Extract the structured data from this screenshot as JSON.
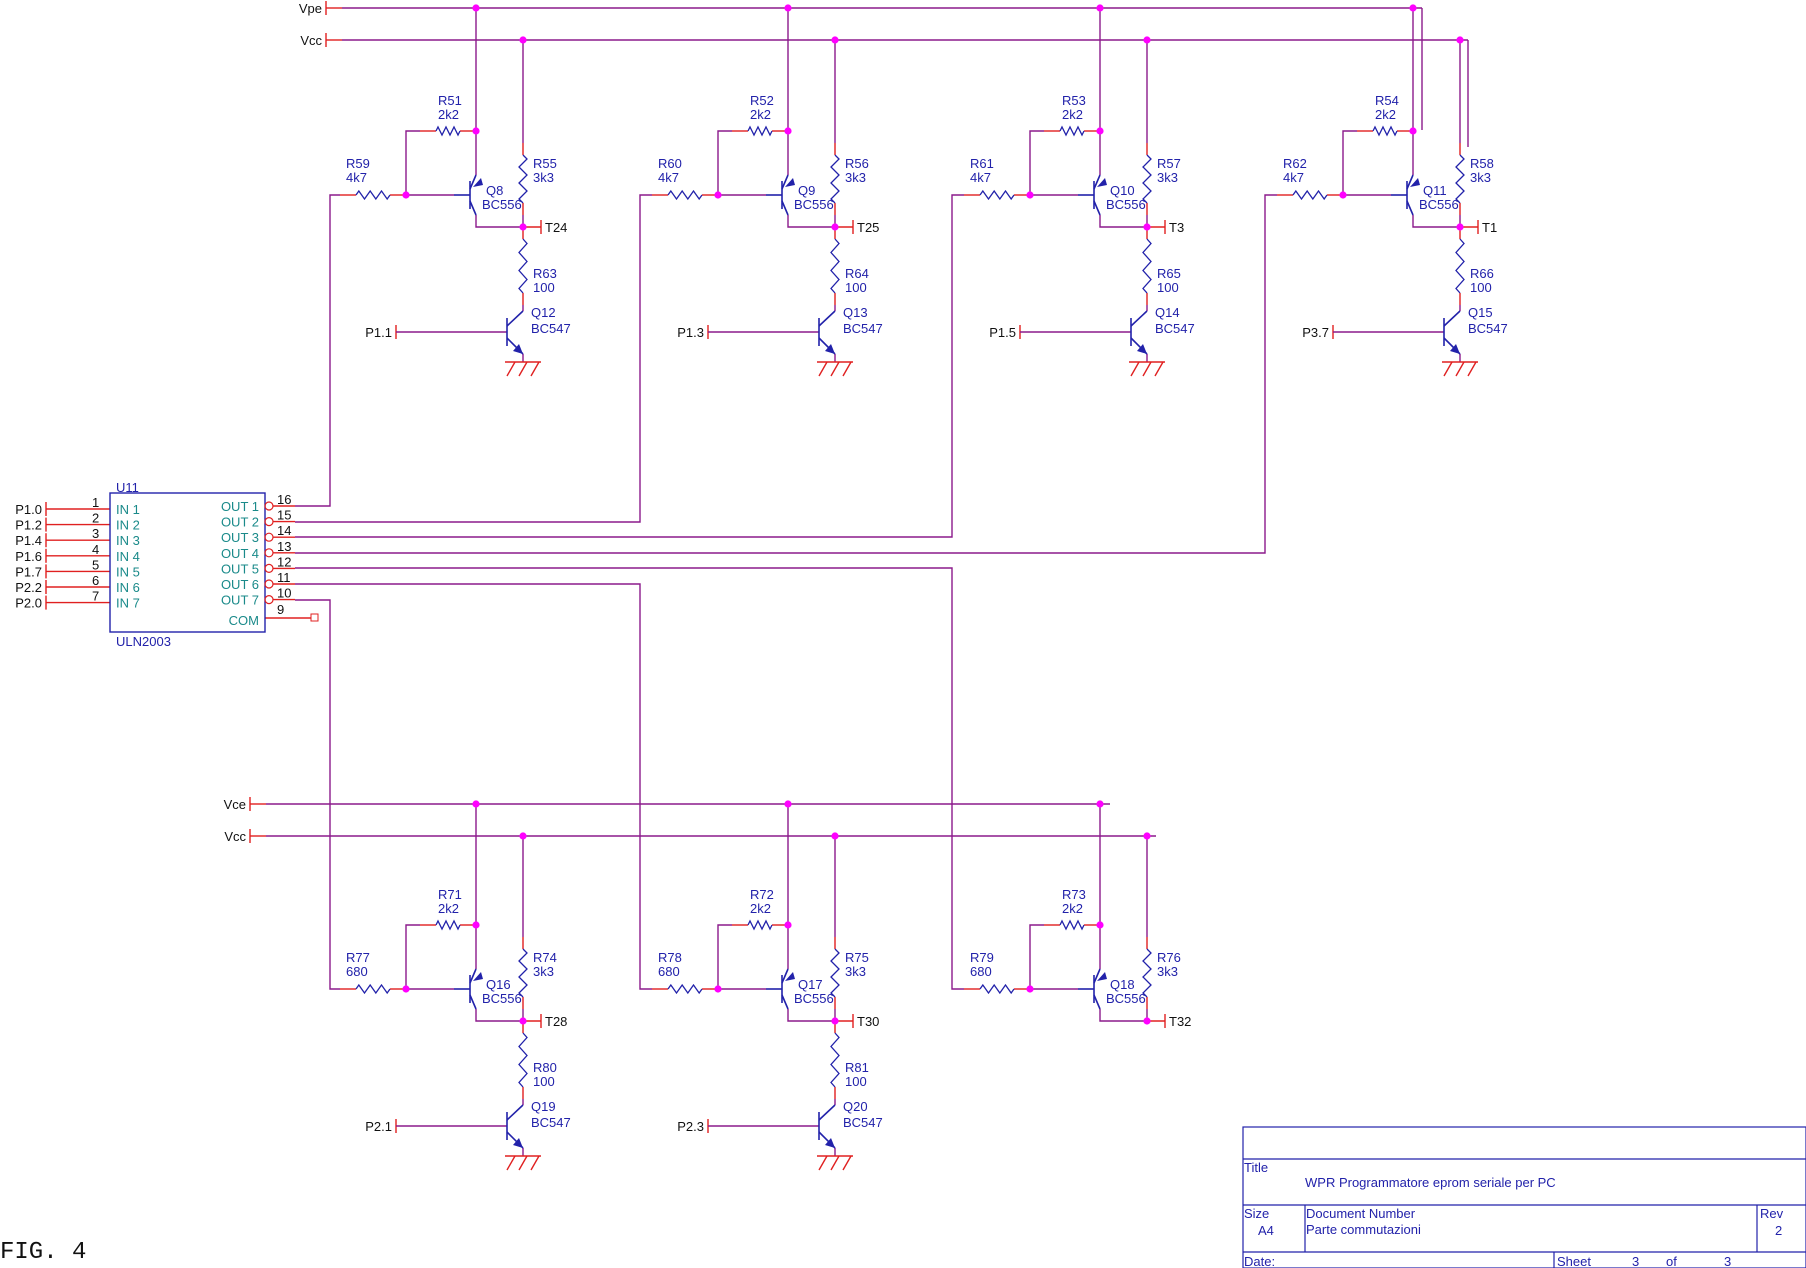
{
  "figure_label": "FIG. 4",
  "rails": {
    "vpe_top": "Vpe",
    "vcc_top": "Vcc",
    "vce_bottom": "Vce",
    "vcc_bottom": "Vcc"
  },
  "ic": {
    "ref": "U11",
    "part": "ULN2003",
    "inputs": [
      {
        "net": "P1.0",
        "pin": "1",
        "name": "IN 1"
      },
      {
        "net": "P1.2",
        "pin": "2",
        "name": "IN 2"
      },
      {
        "net": "P1.4",
        "pin": "3",
        "name": "IN 3"
      },
      {
        "net": "P1.6",
        "pin": "4",
        "name": "IN 4"
      },
      {
        "net": "P1.7",
        "pin": "5",
        "name": "IN 5"
      },
      {
        "net": "P2.2",
        "pin": "6",
        "name": "IN 6"
      },
      {
        "net": "P2.0",
        "pin": "7",
        "name": "IN 7"
      }
    ],
    "outputs": [
      {
        "name": "OUT 1",
        "pin": "16"
      },
      {
        "name": "OUT 2",
        "pin": "15"
      },
      {
        "name": "OUT 3",
        "pin": "14"
      },
      {
        "name": "OUT 4",
        "pin": "13"
      },
      {
        "name": "OUT 5",
        "pin": "12"
      },
      {
        "name": "OUT 6",
        "pin": "11"
      },
      {
        "name": "OUT 7",
        "pin": "10"
      }
    ],
    "com": {
      "name": "COM",
      "pin": "9"
    }
  },
  "stages_top": [
    {
      "rb": {
        "ref": "R59",
        "val": "4k7"
      },
      "rbe": {
        "ref": "R51",
        "val": "2k2"
      },
      "q_pnp": {
        "ref": "Q8",
        "part": "BC556"
      },
      "rpu": {
        "ref": "R55",
        "val": "3k3"
      },
      "tp": "T24",
      "rs": {
        "ref": "R63",
        "val": "100"
      },
      "q_npn": {
        "ref": "Q12",
        "part": "BC547"
      },
      "in": "P1.1"
    },
    {
      "rb": {
        "ref": "R60",
        "val": "4k7"
      },
      "rbe": {
        "ref": "R52",
        "val": "2k2"
      },
      "q_pnp": {
        "ref": "Q9",
        "part": "BC556"
      },
      "rpu": {
        "ref": "R56",
        "val": "3k3"
      },
      "tp": "T25",
      "rs": {
        "ref": "R64",
        "val": "100"
      },
      "q_npn": {
        "ref": "Q13",
        "part": "BC547"
      },
      "in": "P1.3"
    },
    {
      "rb": {
        "ref": "R61",
        "val": "4k7"
      },
      "rbe": {
        "ref": "R53",
        "val": "2k2"
      },
      "q_pnp": {
        "ref": "Q10",
        "part": "BC556"
      },
      "rpu": {
        "ref": "R57",
        "val": "3k3"
      },
      "tp": "T3",
      "rs": {
        "ref": "R65",
        "val": "100"
      },
      "q_npn": {
        "ref": "Q14",
        "part": "BC547"
      },
      "in": "P1.5"
    },
    {
      "rb": {
        "ref": "R62",
        "val": "4k7"
      },
      "rbe": {
        "ref": "R54",
        "val": "2k2"
      },
      "q_pnp": {
        "ref": "Q11",
        "part": "BC556"
      },
      "rpu": {
        "ref": "R58",
        "val": "3k3"
      },
      "tp": "T1",
      "rs": {
        "ref": "R66",
        "val": "100"
      },
      "q_npn": {
        "ref": "Q15",
        "part": "BC547"
      },
      "in": "P3.7"
    }
  ],
  "stages_bottom": [
    {
      "rb": {
        "ref": "R77",
        "val": "680"
      },
      "rbe": {
        "ref": "R71",
        "val": "2k2"
      },
      "q_pnp": {
        "ref": "Q16",
        "part": "BC556"
      },
      "rpu": {
        "ref": "R74",
        "val": "3k3"
      },
      "tp": "T28",
      "rs": {
        "ref": "R80",
        "val": "100"
      },
      "q_npn": {
        "ref": "Q19",
        "part": "BC547"
      },
      "in": "P2.1"
    },
    {
      "rb": {
        "ref": "R78",
        "val": "680"
      },
      "rbe": {
        "ref": "R72",
        "val": "2k2"
      },
      "q_pnp": {
        "ref": "Q17",
        "part": "BC556"
      },
      "rpu": {
        "ref": "R75",
        "val": "3k3"
      },
      "tp": "T30",
      "rs": {
        "ref": "R81",
        "val": "100"
      },
      "q_npn": {
        "ref": "Q20",
        "part": "BC547"
      },
      "in": "P2.3"
    },
    {
      "rb": {
        "ref": "R79",
        "val": "680"
      },
      "rbe": {
        "ref": "R73",
        "val": "2k2"
      },
      "q_pnp": {
        "ref": "Q18",
        "part": "BC556"
      },
      "rpu": {
        "ref": "R76",
        "val": "3k3"
      },
      "tp": "T32"
    }
  ],
  "title_block": {
    "title_label": "Title",
    "title": "WPR Programmatore eprom seriale per PC",
    "size_label": "Size",
    "size": "A4",
    "docnum_label": "Document Number",
    "docnum": "Parte commutazioni",
    "rev_label": "Rev",
    "rev": "2",
    "date_label": "Date:",
    "sheet_label": "Sheet",
    "sheet": "3",
    "of_label": "of",
    "sheets": "3"
  },
  "colors": {
    "wire": "#8b1a8b",
    "pin": "#e02020",
    "component": "#2222aa",
    "junction": "#ff00ff",
    "pin_name": "#1a8a8a"
  }
}
